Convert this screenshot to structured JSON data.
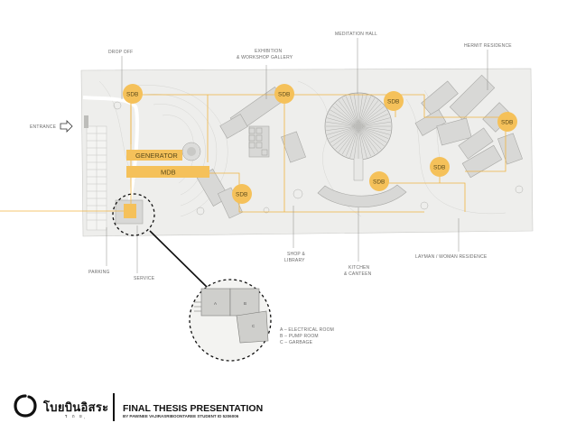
{
  "labels": {
    "drop_off": "DROP OFF",
    "exhibition_line1": "EXHIBITION",
    "exhibition_line2": "& WORKSHOP GALLERY",
    "meditation_hall": "MEDITATION HALL",
    "hermit_residence": "HERMIT RESIDENCE",
    "entrance": "ENTRANCE",
    "parking": "PARKING",
    "service": "SERVICE",
    "shop_line1": "SHOP &",
    "shop_line2": "LIBRARY",
    "kitchen_line1": "KITCHEN",
    "kitchen_line2": "& CANTEEN",
    "layman_residence": "LAYMAN / WOMAN RESIDENCE"
  },
  "sdb_label": "SDB",
  "generator_label": "GENERATOR",
  "mdb_label": "MDB",
  "rooms": {
    "a": "A",
    "b": "B",
    "c": "C"
  },
  "legend": [
    "A – ELECTRICAL ROOM",
    "B – PUMP ROOM",
    "C – GARBAGE"
  ],
  "footer": {
    "logo_thai": "โบยบินอิสระ",
    "logo_sub": "ร ถ ย ุ ",
    "title": "FINAL THESIS PRESENTATION",
    "subtitle": "BY PAWINEE VAJIRASRIBOONTAREE STUDENT ID 5206006"
  },
  "colors": {
    "accent": "#f5c15a",
    "accent_line": "#f0b440",
    "plan_fill": "#ececea",
    "building": "#d7d7d5"
  }
}
